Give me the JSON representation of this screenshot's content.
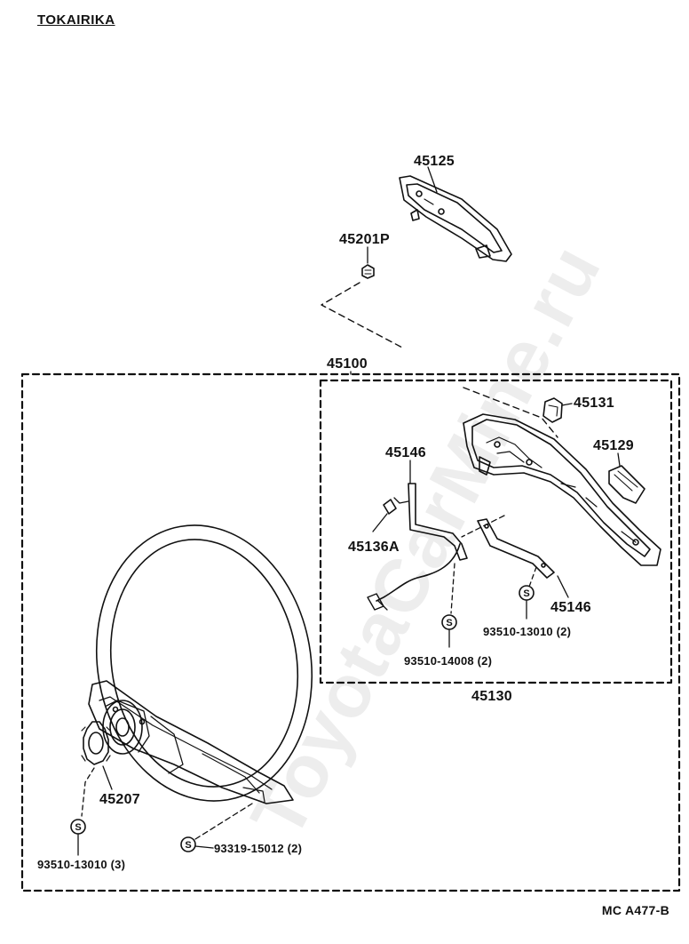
{
  "brand": "TOKAIRIKA",
  "diagram_code": "MC A477-B",
  "watermark": "ToyotaCarMine.ru",
  "labels": {
    "p45125": "45125",
    "p45201P": "45201P",
    "p45100": "45100",
    "p45131": "45131",
    "p45129": "45129",
    "p45146_top": "45146",
    "p45136A": "45136A",
    "p45146_right": "45146",
    "p93510_13010_2": "93510-13010 (2)",
    "p93510_14008_2": "93510-14008 (2)",
    "p45130": "45130",
    "p45207": "45207",
    "p93319_15012_2": "93319-15012 (2)",
    "p93510_13010_3": "93510-13010 (3)"
  },
  "screw_mark": "S"
}
